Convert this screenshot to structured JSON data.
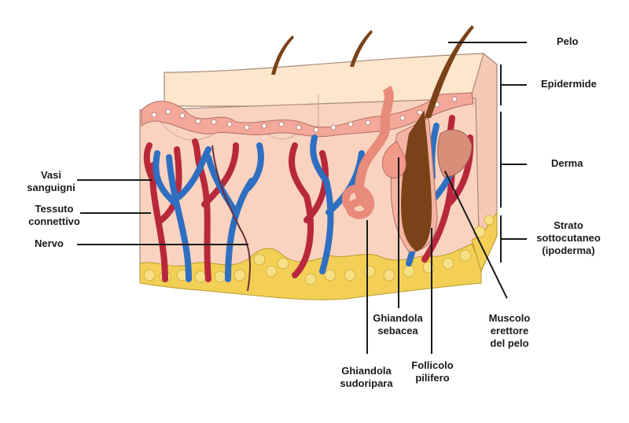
{
  "labels": {
    "pelo": "Pelo",
    "epidermide": "Epidermide",
    "derma": "Derma",
    "strato": [
      "Strato",
      "sottocutaneo",
      "(ipoderma)"
    ],
    "vasi": [
      "Vasi",
      "sanguigni"
    ],
    "tessuto": [
      "Tessuto",
      "connettivo"
    ],
    "nervo": "Nervo",
    "sebacea": [
      "Ghiandola",
      "sebacea"
    ],
    "muscolo": [
      "Muscolo",
      "erettore",
      "del pelo"
    ],
    "follicolo": [
      "Follicolo",
      "pilifero"
    ],
    "sudoripara": [
      "Ghiandola",
      "sudoripara"
    ]
  },
  "colors": {
    "epidermis": "#fbe0c4",
    "dermis": "#f8d0bd",
    "fat": "#f3cf56",
    "vein": "#2f6fc2",
    "artery": "#b8283c",
    "hair": "#7a4218",
    "gland": "#f29a8a"
  }
}
